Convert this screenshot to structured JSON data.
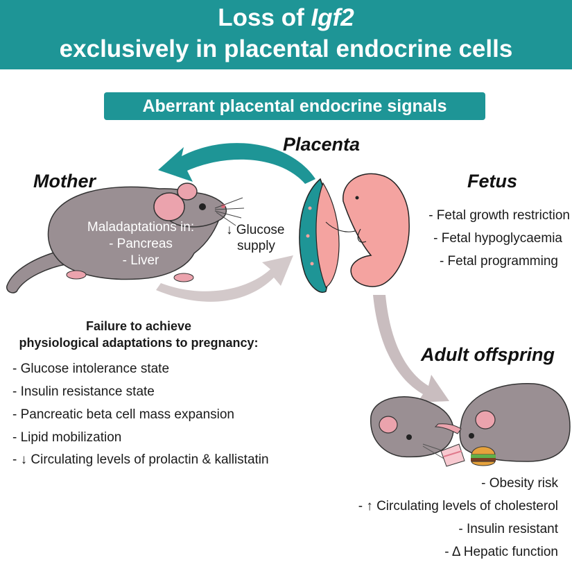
{
  "header": {
    "line1_prefix": "Loss of ",
    "line1_gene": "Igf2",
    "line2": "exclusively in placental endocrine cells"
  },
  "banner": "Aberrant placental endocrine signals",
  "placenta_label": "Placenta",
  "mother": {
    "label": "Mother",
    "maladaptations_title": "Maladaptations in:",
    "maladaptations": [
      "- Pancreas",
      "- Liver"
    ]
  },
  "glucose_supply": [
    "↓ Glucose",
    "supply"
  ],
  "fetus": {
    "label": "Fetus",
    "effects": [
      "- Fetal growth restriction",
      "- Fetal hypoglycaemia",
      "- Fetal programming"
    ]
  },
  "failure": {
    "title_lines": [
      "Failure to achieve",
      "physiological adaptations to pregnancy:"
    ],
    "items": [
      "- Glucose intolerance state",
      "- Insulin resistance state",
      "- Pancreatic beta cell mass expansion",
      "- Lipid mobilization",
      "- ↓ Circulating levels of prolactin & kallistatin"
    ]
  },
  "offspring": {
    "label": "Adult offspring",
    "effects": [
      "- Obesity risk",
      "- ↑ Circulating levels of cholesterol",
      "- Insulin resistant",
      "- Δ Hepatic function"
    ]
  },
  "colors": {
    "teal": "#1e9596",
    "mouse_gray": "#9a8f93",
    "mouse_ear": "#eba3ad",
    "fetus_pink": "#f4a3a0",
    "arrow_gray": "#c9bdbf"
  },
  "icons": [
    "teal-arrow-icon",
    "gray-arrow-icon",
    "mouse-icon",
    "fetus-icon",
    "placenta-icon",
    "cake-icon",
    "burger-icon"
  ]
}
